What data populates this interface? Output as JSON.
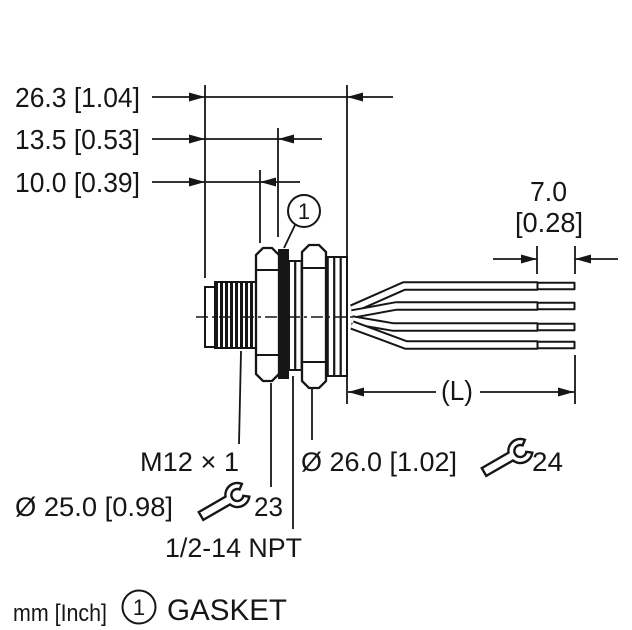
{
  "colors": {
    "ink": "#161616",
    "paper": "#ffffff"
  },
  "dimensions": {
    "overall": "26.3 [1.04]",
    "to_gasket": "13.5 [0.53]",
    "thread_length": "10.0 [0.39]",
    "strip_mm": "7.0",
    "strip_inch": "[0.28]",
    "lead": "(L)"
  },
  "labels": {
    "front_thread": "M12 × 1",
    "front_diameter": "Ø 25.0 [0.98]",
    "front_wrench": "23",
    "mount_thread": "1/2-14 NPT",
    "back_diameter": "Ø 26.0 [1.02]",
    "back_wrench": "24"
  },
  "callout": {
    "number": "1",
    "text": "GASKET"
  },
  "footer": {
    "units": "mm [Inch]"
  }
}
